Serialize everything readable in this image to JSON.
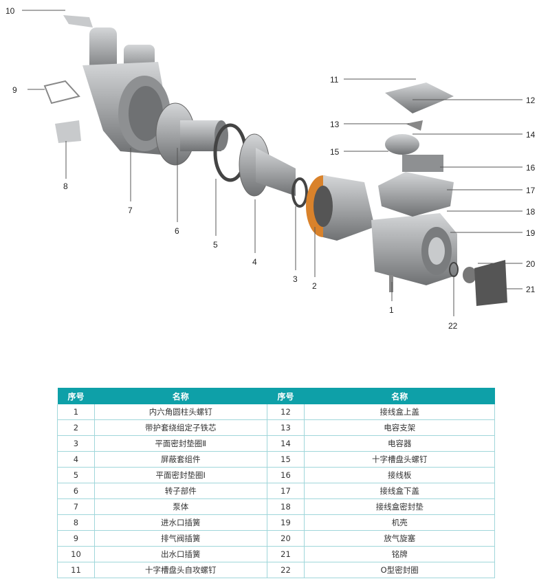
{
  "callouts": [
    "1",
    "2",
    "3",
    "4",
    "5",
    "6",
    "7",
    "8",
    "9",
    "10",
    "11",
    "12",
    "13",
    "14",
    "15",
    "16",
    "17",
    "18",
    "19",
    "20",
    "21",
    "22"
  ],
  "table": {
    "headers": [
      "序号",
      "名称",
      "序号",
      "名称"
    ],
    "rows": [
      [
        "1",
        "内六角圆柱头螺钉",
        "12",
        "接线盒上盖"
      ],
      [
        "2",
        "带护套绕组定子铁芯",
        "13",
        "电容支架"
      ],
      [
        "3",
        "平面密封垫圈Ⅱ",
        "14",
        "电容器"
      ],
      [
        "4",
        "屏蔽套组件",
        "15",
        "十字槽盘头螺钉"
      ],
      [
        "5",
        "平面密封垫圈Ⅰ",
        "16",
        "接线板"
      ],
      [
        "6",
        "转子部件",
        "17",
        "接线盒下盖"
      ],
      [
        "7",
        "泵体",
        "18",
        "接线盒密封垫"
      ],
      [
        "8",
        "进水口插簧",
        "19",
        "机壳"
      ],
      [
        "9",
        "排气阀插簧",
        "20",
        "放气旋塞"
      ],
      [
        "10",
        "出水口插簧",
        "21",
        "铭牌"
      ],
      [
        "11",
        "十字槽盘头自攻螺钉",
        "22",
        "O型密封圈"
      ]
    ]
  },
  "colors": {
    "header": "#0ea0a8",
    "part": "#9a9c9e",
    "copper": "#d9822b"
  }
}
